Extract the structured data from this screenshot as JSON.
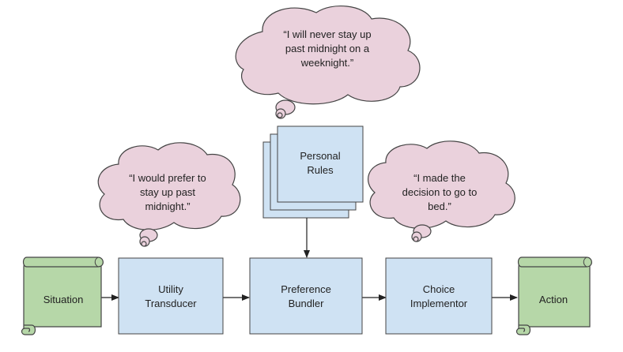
{
  "colors": {
    "box_fill": "#cfe2f3",
    "scroll_fill": "#b6d7a8",
    "cloud_fill": "#ead1dc",
    "stroke": "#444444"
  },
  "nodes": {
    "situation": {
      "line1": "Situation"
    },
    "utility_transducer": {
      "line1": "Utility",
      "line2": "Transducer"
    },
    "preference_bundler": {
      "line1": "Preference",
      "line2": "Bundler"
    },
    "choice_implementor": {
      "line1": "Choice",
      "line2": "Implementor"
    },
    "action": {
      "line1": "Action"
    },
    "personal_rules": {
      "line1": "Personal",
      "line2": "Rules"
    }
  },
  "thoughts": {
    "top": {
      "line1": "“I will never stay up",
      "line2": "past midnight on a",
      "line3": "weeknight.”"
    },
    "left": {
      "line1": "“I would prefer to",
      "line2": "stay up past",
      "line3": "midnight.”"
    },
    "right": {
      "line1": "“I made the",
      "line2": "decision to go to",
      "line3": "bed.”"
    }
  }
}
